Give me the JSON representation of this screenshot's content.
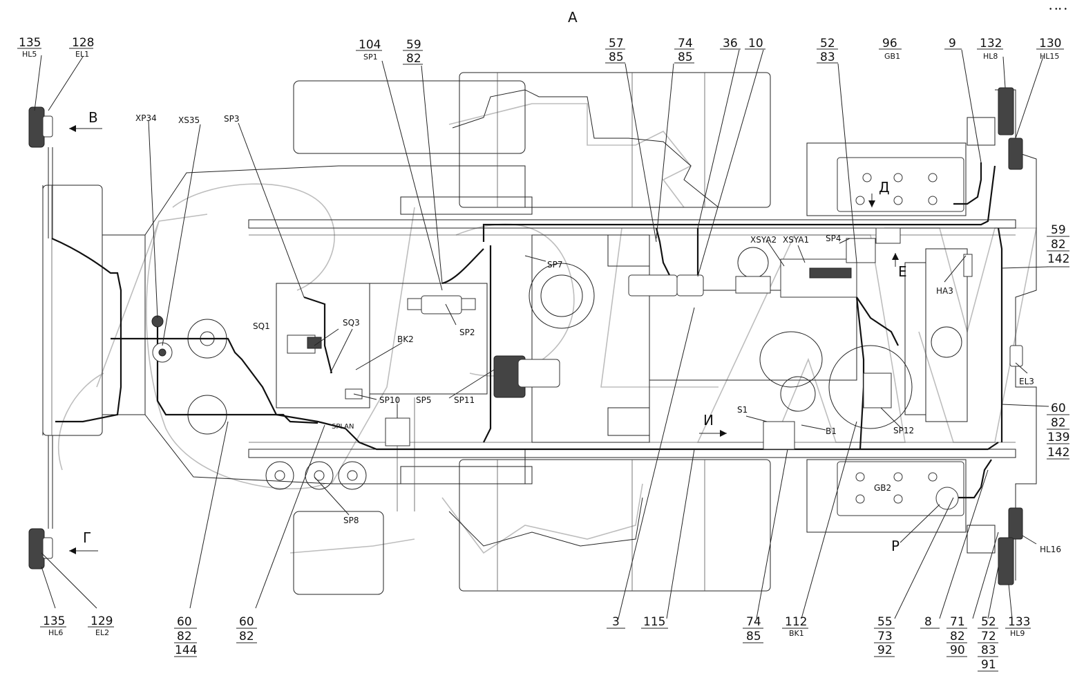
{
  "view": "А",
  "watermark": "SPLAN",
  "corner_marks": "• •• •",
  "callouts": [
    {
      "id": "c-135-hl5",
      "num": "135",
      "sub": "HL5"
    },
    {
      "id": "c-128-el1",
      "num": "128",
      "sub": "EL1"
    },
    {
      "id": "c-104-sp1",
      "num": "104",
      "sub": "SP1"
    },
    {
      "id": "c-59-82-top",
      "nums": [
        "59",
        "82"
      ]
    },
    {
      "id": "c-57-85",
      "nums": [
        "57",
        "85"
      ]
    },
    {
      "id": "c-74-85-top",
      "nums": [
        "74",
        "85"
      ]
    },
    {
      "id": "c-36",
      "num": "36"
    },
    {
      "id": "c-10",
      "num": "10"
    },
    {
      "id": "c-52-83",
      "nums": [
        "52",
        "83"
      ]
    },
    {
      "id": "c-96-gb1",
      "num": "96",
      "sub": "GB1"
    },
    {
      "id": "c-9",
      "num": "9"
    },
    {
      "id": "c-132-hl8",
      "num": "132",
      "sub": "HL8"
    },
    {
      "id": "c-130-hl15",
      "num": "130",
      "sub": "HL15"
    },
    {
      "id": "c-59-82-142",
      "nums": [
        "59",
        "82",
        "142"
      ]
    },
    {
      "id": "c-60-82-139-142",
      "nums": [
        "60",
        "82",
        "139",
        "142"
      ]
    },
    {
      "id": "c-135-hl6",
      "num": "135",
      "sub": "HL6"
    },
    {
      "id": "c-129-el2",
      "num": "129",
      "sub": "EL2"
    },
    {
      "id": "c-60-82-144",
      "nums": [
        "60",
        "82",
        "144"
      ]
    },
    {
      "id": "c-60-82",
      "nums": [
        "60",
        "82"
      ]
    },
    {
      "id": "c-3",
      "num": "3"
    },
    {
      "id": "c-115",
      "num": "115"
    },
    {
      "id": "c-74-85-bot",
      "nums": [
        "74",
        "85"
      ]
    },
    {
      "id": "c-112-bk1",
      "num": "112",
      "sub": "BK1"
    },
    {
      "id": "c-55-73-92",
      "nums": [
        "55",
        "73",
        "92"
      ]
    },
    {
      "id": "c-8",
      "num": "8"
    },
    {
      "id": "c-71-82-90",
      "nums": [
        "71",
        "82",
        "90"
      ]
    },
    {
      "id": "c-52-72-83-91",
      "nums": [
        "52",
        "72",
        "83",
        "91"
      ]
    },
    {
      "id": "c-133-hl9",
      "num": "133",
      "sub": "HL9"
    }
  ],
  "labels": {
    "xp34": "XP34",
    "xs35": "XS35",
    "sp3": "SP3",
    "sq1": "SQ1",
    "sq3": "SQ3",
    "bk2": "BK2",
    "sp2": "SP2",
    "sp7": "SP7",
    "sp10": "SP10",
    "sp5": "SP5",
    "sp11": "SP11",
    "sp8": "SP8",
    "xsya2": "XSYA2",
    "xsya1": "XSYA1",
    "sp4": "SP4",
    "ha3": "HA3",
    "el3": "EL3",
    "s1": "S1",
    "b1": "B1",
    "sp12": "SP12",
    "gb2": "GB2",
    "p": "Р",
    "hl16": "HL16"
  },
  "directions": {
    "v": "В",
    "g": "Г",
    "d": "Д",
    "e": "Е",
    "i": "И"
  },
  "colors": {
    "line": "#222222",
    "wire": "#111111",
    "watermark": "#bdbdbd",
    "background": "#ffffff"
  }
}
